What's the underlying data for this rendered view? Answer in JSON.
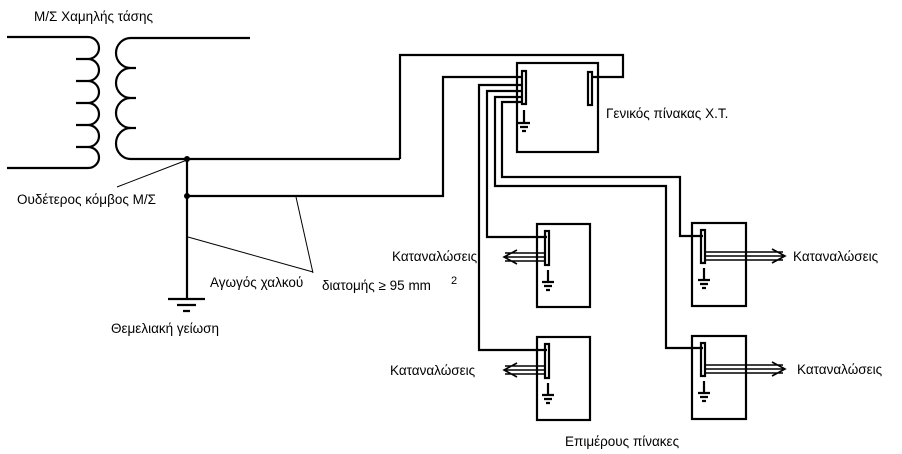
{
  "labels": {
    "transformer": "Μ/Σ Χαμηλής τάσης",
    "neutral_node": "Ουδέτερος κόμβος Μ/Σ",
    "conductor_a": "Αγωγός χαλκού",
    "conductor_b": "διατομής ≥ 95 mm",
    "conductor_sup": "2",
    "foundation_earth": "Θεμελιακή γείωση",
    "main_panel": "Γενικός πίνακας Χ.Τ.",
    "loads_left_top": "Καταναλώσεις",
    "loads_left_bottom": "Καταναλώσεις",
    "loads_right_top": "Καταναλώσεις",
    "loads_right_bottom": "Καταναλώσεις",
    "sub_panels": "Επιμέρους πίνακες"
  },
  "colors": {
    "line": "#000000",
    "background": "#ffffff"
  }
}
